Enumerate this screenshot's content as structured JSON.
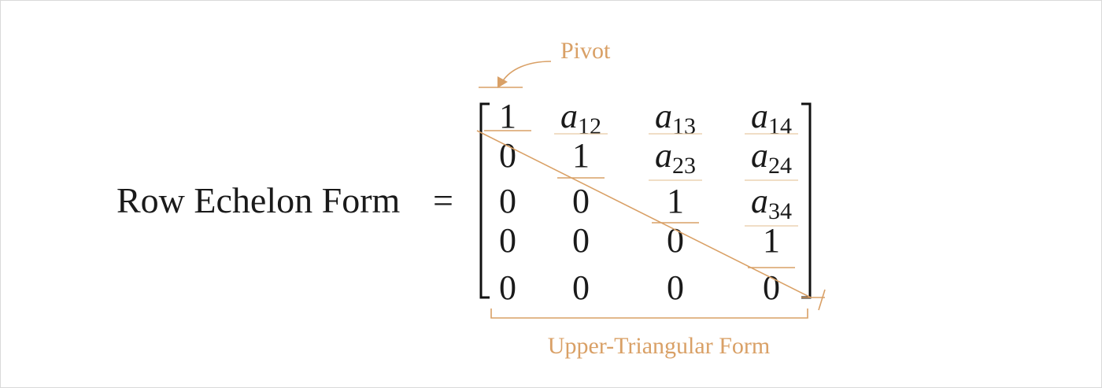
{
  "equation": {
    "lhs": "Row Echelon Form",
    "equals": "="
  },
  "matrix": {
    "rows": [
      [
        {
          "t": "1"
        },
        {
          "t": "a",
          "sub": "12"
        },
        {
          "t": "a",
          "sub": "13"
        },
        {
          "t": "a",
          "sub": "14"
        }
      ],
      [
        {
          "t": "0"
        },
        {
          "t": "1"
        },
        {
          "t": "a",
          "sub": "23"
        },
        {
          "t": "a",
          "sub": "24"
        }
      ],
      [
        {
          "t": "0"
        },
        {
          "t": "0"
        },
        {
          "t": "1"
        },
        {
          "t": "a",
          "sub": "34"
        }
      ],
      [
        {
          "t": "0"
        },
        {
          "t": "0"
        },
        {
          "t": "0"
        },
        {
          "t": "1"
        }
      ],
      [
        {
          "t": "0"
        },
        {
          "t": "0"
        },
        {
          "t": "0"
        },
        {
          "t": "0"
        }
      ]
    ],
    "pivot_cells": [
      [
        0,
        0
      ],
      [
        1,
        1
      ],
      [
        2,
        2
      ],
      [
        3,
        3
      ]
    ]
  },
  "annotations": {
    "pivot_label": "Pivot",
    "triangular_label": "Upper-Triangular Form"
  },
  "colors": {
    "accent": "#d9a066",
    "text": "#1a1a1a",
    "bracket": "#111111"
  }
}
